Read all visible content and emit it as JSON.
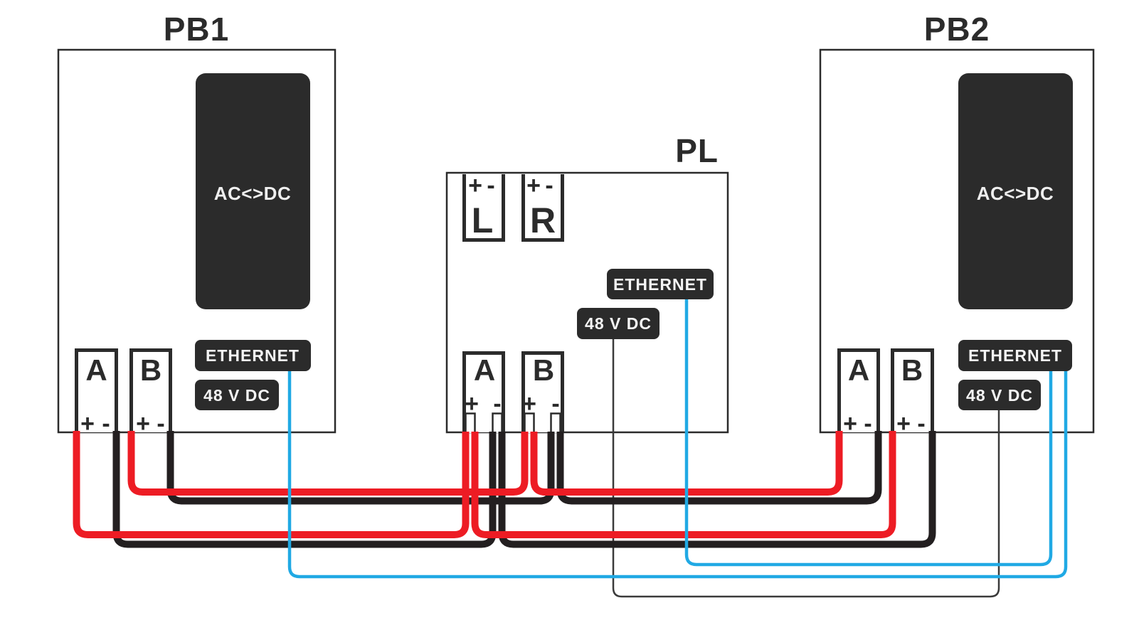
{
  "colors": {
    "red": "#ED1C24",
    "blue": "#20A9E4",
    "dark": "#2B2B2B",
    "wire_black": "#231F20",
    "thin_wire": "#3A3A3A"
  },
  "symbols": {
    "plus": "+",
    "minus": "-"
  },
  "pb1": {
    "title": "PB1",
    "converter_label": "AC<>DC",
    "ethernet_label": "ETHERNET",
    "power_label": "48 V DC",
    "port_a": "A",
    "port_b": "B"
  },
  "pl": {
    "title": "PL",
    "ethernet_label": "ETHERNET",
    "power_label": "48 V DC",
    "port_l": "L",
    "port_r": "R",
    "port_a": "A",
    "port_b": "B"
  },
  "pb2": {
    "title": "PB2",
    "converter_label": "AC<>DC",
    "ethernet_label": "ETHERNET",
    "power_label": "48 V DC",
    "port_a": "A",
    "port_b": "B"
  }
}
